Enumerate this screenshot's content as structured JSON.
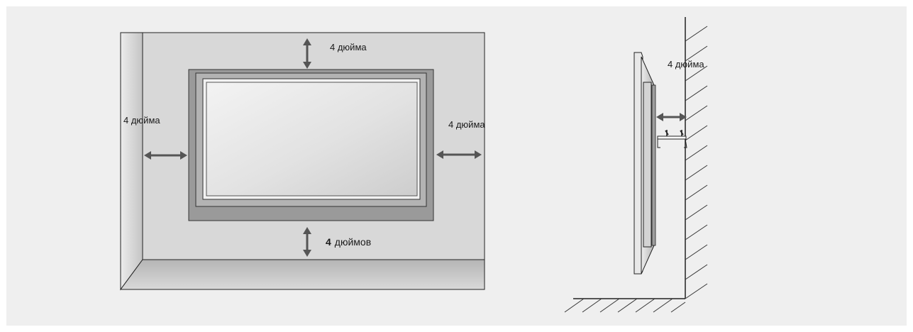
{
  "front_view": {
    "label_top": "4 дюйма",
    "label_left": "4 дюйма",
    "label_right": "4 дюйма",
    "label_bottom_number": "4",
    "label_bottom_unit": "дюймов"
  },
  "side_view": {
    "label_gap": "4 дюйма"
  },
  "colors": {
    "background": "#efefef",
    "wall": "#d6d6d6",
    "arrow": "#555555",
    "tv_frame": "#9c9c9c",
    "tv_screen": "#e3e3e3"
  }
}
